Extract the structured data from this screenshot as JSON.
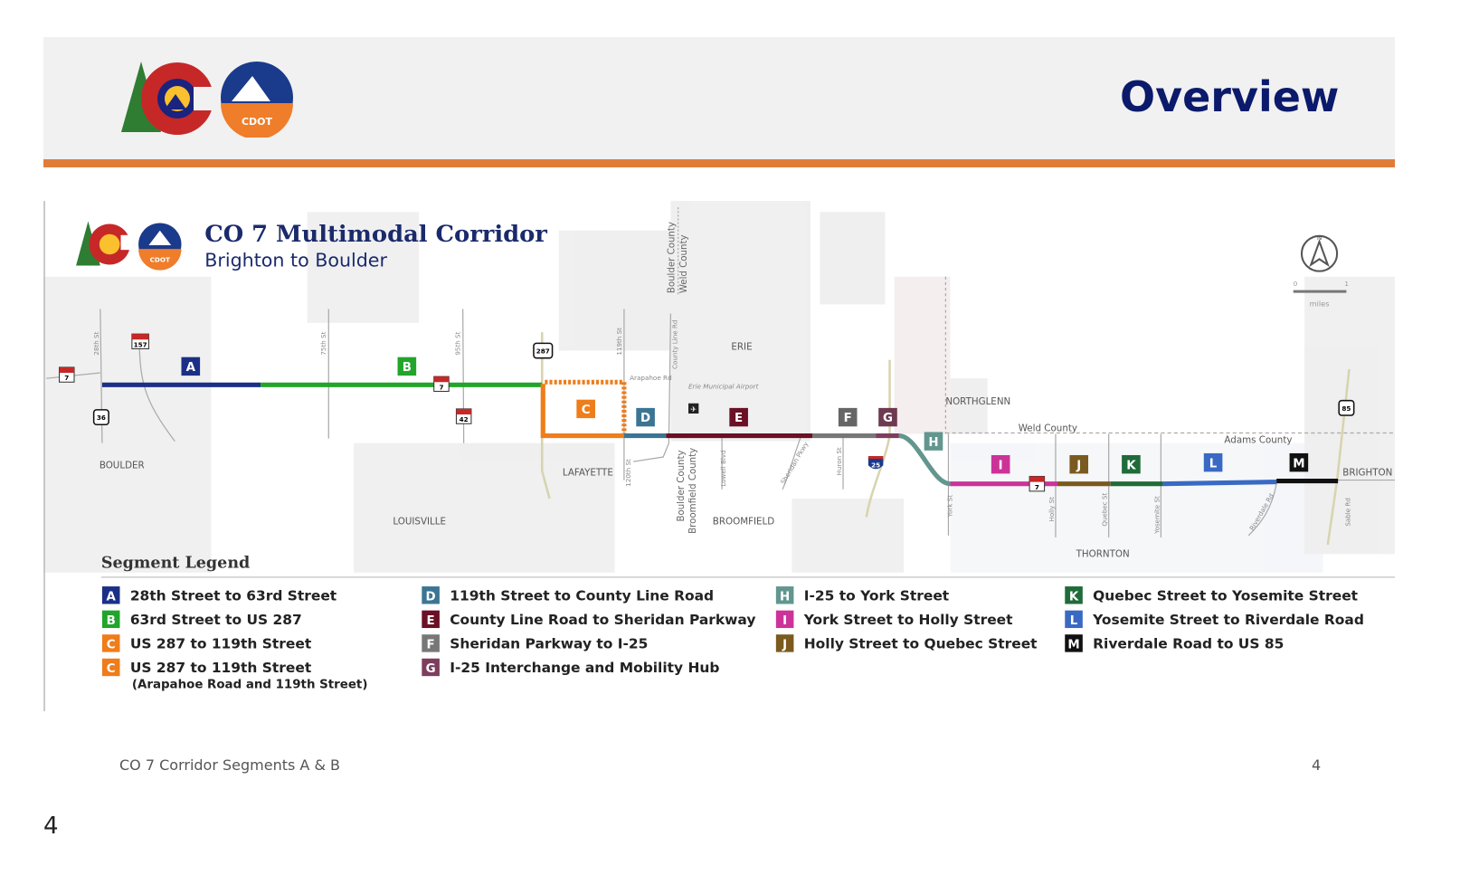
{
  "header": {
    "title": "Overview"
  },
  "logo": {
    "text": "CDOT"
  },
  "map": {
    "title": "CO 7 Multimodal Corridor",
    "subtitle": "Brighton to Boulder",
    "mini_logo_text": "CDOT",
    "compass": {
      "north": "N",
      "scale_start": "0",
      "scale_end": "1",
      "scale_unit": "miles"
    },
    "towns": {
      "boulder": "BOULDER",
      "lafayette": "LAFAYETTE",
      "louisville": "LOUISVILLE",
      "erie": "ERIE",
      "broomfield": "BROOMFIELD",
      "northglenn": "NORTHGLENN",
      "thornton": "THORNTON",
      "brighton": "BRIGHTON"
    },
    "counties": {
      "boulder_weld_1": "Boulder County",
      "boulder_weld_2": "Weld County",
      "boulder_broomfield_1": "Boulder County",
      "boulder_broomfield_2": "Broomfield County",
      "weld": "Weld County",
      "adams": "Adams County"
    },
    "streets": {
      "s28": "28th St",
      "s75": "75th St",
      "s95": "95th St",
      "s119": "119th St",
      "county_line": "County Line Rd",
      "arapahoe": "Arapahoe Rd",
      "s120": "120th St",
      "lowell": "Lowell Blvd",
      "sheridan": "Sheridan Pkwy",
      "huron": "Huron St",
      "york": "York St",
      "holly": "Holly St",
      "quebec": "Quebec St",
      "yosemite": "Yosemite St",
      "riverdale": "Riverdale Rd",
      "sable": "Sable Rd",
      "airport": "Erie Municipal Airport"
    },
    "shields": {
      "co7a": "7",
      "co157": "157",
      "us36": "36",
      "co7b": "7",
      "co42": "42",
      "us287": "287",
      "i25": "25",
      "co7c": "7",
      "us85": "85"
    },
    "segment_letters": [
      "A",
      "B",
      "C",
      "D",
      "E",
      "F",
      "G",
      "H",
      "I",
      "J",
      "K",
      "L",
      "M"
    ]
  },
  "legend": {
    "title": "Segment Legend",
    "items": [
      {
        "letter": "A",
        "label": "28th Street to 63rd Street",
        "color": "#1b2f86"
      },
      {
        "letter": "B",
        "label": "63rd Street to US 287",
        "color": "#22a52a"
      },
      {
        "letter": "C",
        "label": "US 287 to 119th Street",
        "color": "#ee7d1a"
      },
      {
        "letter": "C",
        "label": "US 287 to 119th Street",
        "sublabel": "(Arapahoe Road and 119th Street)",
        "color": "#ee7d1a"
      },
      {
        "letter": "D",
        "label": "119th Street to County Line Road",
        "color": "#3b7593"
      },
      {
        "letter": "E",
        "label": "County Line Road to Sheridan Parkway",
        "color": "#6b1025"
      },
      {
        "letter": "F",
        "label": "Sheridan Parkway to I-25",
        "color": "#777777"
      },
      {
        "letter": "G",
        "label": "I-25 Interchange and Mobility Hub",
        "color": "#7d3e5e"
      },
      {
        "letter": "H",
        "label": "I-25 to York Street",
        "color": "#62968f"
      },
      {
        "letter": "I",
        "label": "York Street to Holly Street",
        "color": "#cc3399"
      },
      {
        "letter": "J",
        "label": "Holly Street to Quebec Street",
        "color": "#7a5a1e"
      },
      {
        "letter": "K",
        "label": "Quebec Street to Yosemite Street",
        "color": "#1f6b3a"
      },
      {
        "letter": "L",
        "label": "Yosemite Street to Riverdale Road",
        "color": "#3a69c4"
      },
      {
        "letter": "M",
        "label": "Riverdale Road to US 85",
        "color": "#111111"
      }
    ]
  },
  "footer": {
    "caption": "CO 7 Corridor Segments A & B",
    "slide_number": "4"
  },
  "page_number": "4",
  "colors": {
    "title": "#0b1a6b",
    "accent_bar": "#e07c3a",
    "header_bg": "#f1f1f1"
  }
}
